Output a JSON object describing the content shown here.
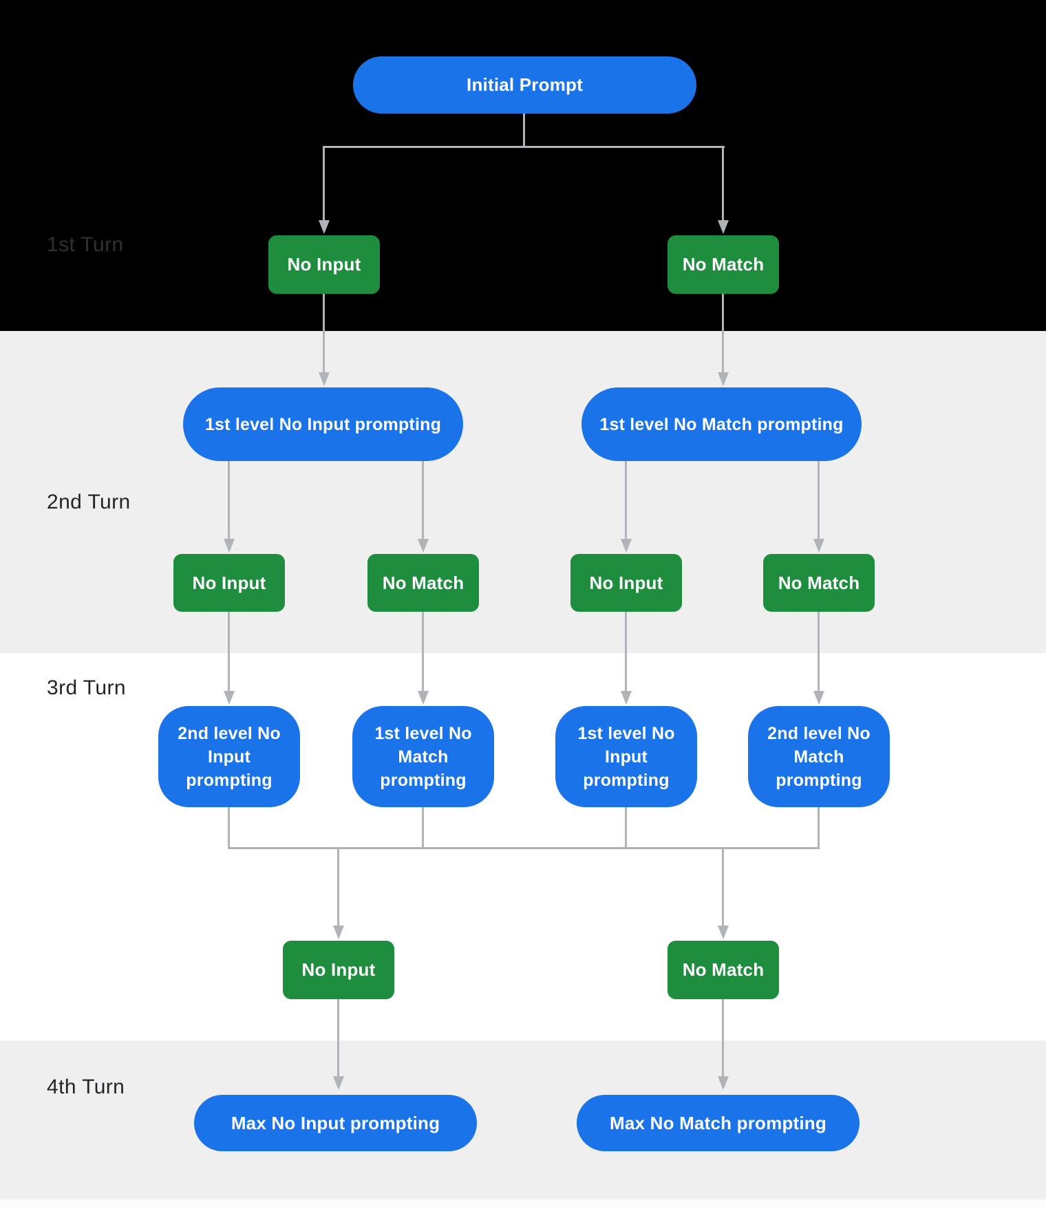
{
  "colors": {
    "blue": "#1a73e8",
    "green": "#1e8e3e",
    "band-black": "#000000",
    "band-gray": "#efefef",
    "band-white": "#ffffff",
    "footer-strip": "#fbfcfe",
    "line": "#b0b3b8",
    "label-dark": "#212428",
    "label-on-black": "#2e3136",
    "node-text": "#ffffff"
  },
  "turn_labels": {
    "first": "1st Turn",
    "second": "2nd Turn",
    "third": "3rd Turn",
    "fourth": "4th Turn"
  },
  "nodes": {
    "initial_prompt": "Initial Prompt",
    "t1_no_input": "No Input",
    "t1_no_match": "No Match",
    "t2_no_input_prompting": "1st level No Input prompting",
    "t2_no_match_prompting": "1st level No Match prompting",
    "t2_no_input_a": "No Input",
    "t2_no_match_a": "No Match",
    "t2_no_input_b": "No Input",
    "t2_no_match_b": "No Match",
    "t3_no_input_prompting_2nd": "2nd level No Input prompting",
    "t3_no_match_prompting_1st": "1st level No Match prompting",
    "t3_no_input_prompting_1st": "1st level No Input prompting",
    "t3_no_match_prompting_2nd": "2nd level No Match prompting",
    "t3_no_input": "No Input",
    "t3_no_match": "No Match",
    "t4_max_no_input": "Max No Input prompting",
    "t4_max_no_match": "Max No Match prompting"
  }
}
